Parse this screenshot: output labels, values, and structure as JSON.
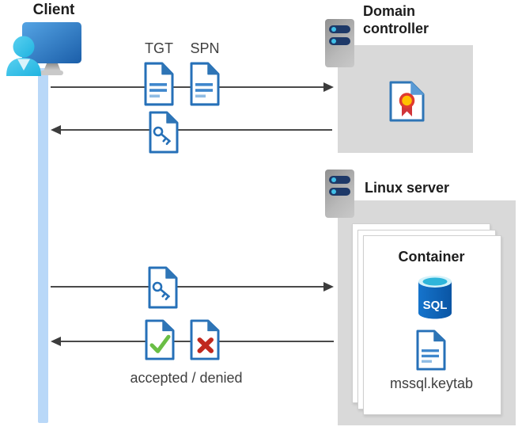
{
  "diagram": {
    "client": {
      "title": "Client"
    },
    "domain_controller": {
      "title": "Domain controller"
    },
    "linux_server": {
      "title": "Linux server"
    },
    "container": {
      "title": "Container",
      "database_label": "SQL",
      "keytab_label": "mssql.keytab"
    },
    "messages": {
      "tgt_label": "TGT",
      "spn_label": "SPN",
      "response_label": "accepted / denied"
    },
    "icons": {
      "client": "user-at-monitor-icon",
      "server": "server-rack-icon",
      "ticket_request": "document-icon",
      "service_ticket": "key-document-icon",
      "certificate": "certificate-document-icon",
      "database": "sql-database-icon",
      "keytab": "document-icon",
      "accepted": "check-document-icon",
      "denied": "cross-document-icon"
    },
    "colors": {
      "doc_border_blue": "#2670b8",
      "doc_fold_blue": "#2e75b6",
      "person_cyan": "#2fc0e8",
      "monitor_blue": "#2a72bd",
      "lifeline_blue": "#b9d8f8",
      "box_gray": "#d9d9d9",
      "server_navy": "#1e3968",
      "arrow_gray": "#4a4a4a",
      "check_green": "#6abe45",
      "cross_red": "#c0281e",
      "seal_yellow": "#ffc000",
      "seal_red": "#d13438",
      "sql_body_blue": "#0b57a8",
      "sql_top_cyan": "#2eb5da"
    }
  }
}
